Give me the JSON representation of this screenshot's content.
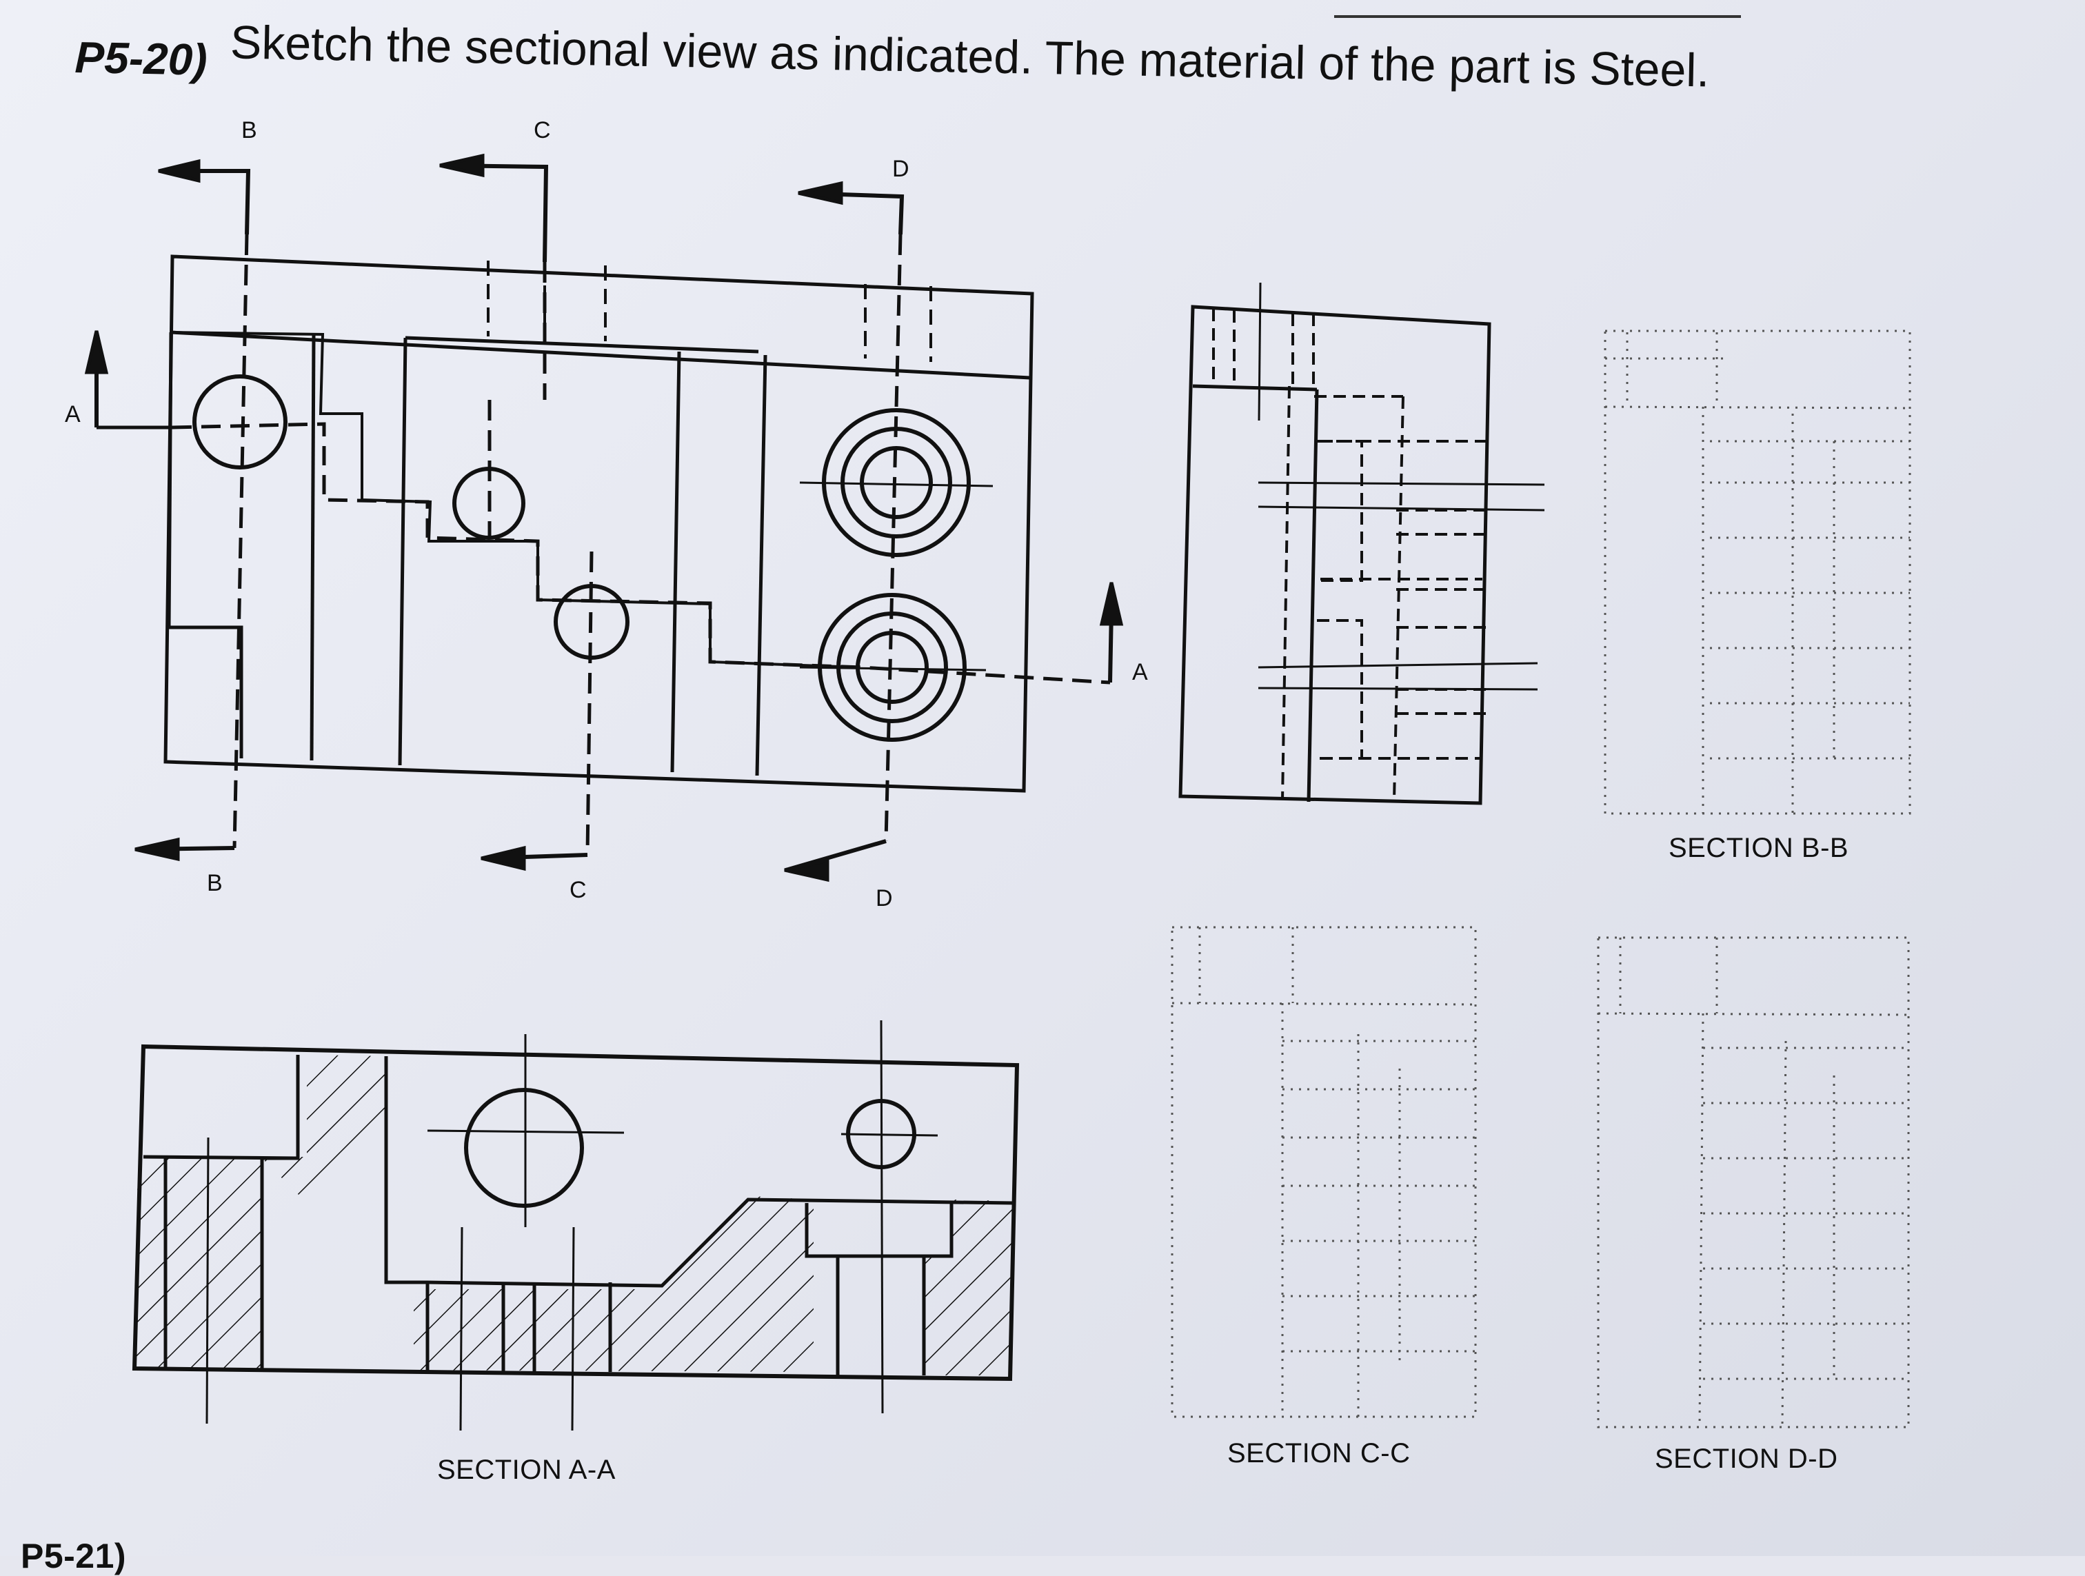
{
  "problem": {
    "number": "P5-20)",
    "text": "Sketch the sectional view as indicated. The material of the part is Steel."
  },
  "cutting_planes": {
    "a_left": "A",
    "a_right": "A",
    "b_top": "B",
    "b_bottom": "B",
    "c_top": "C",
    "c_bottom": "C",
    "d_top": "D",
    "d_bottom": "D"
  },
  "captions": {
    "section_aa": "SECTION A-A",
    "section_bb": "SECTION B-B",
    "section_cc": "SECTION C-C",
    "section_dd": "SECTION D-D"
  },
  "footer": {
    "next_problem_fragment": "P5-21)"
  },
  "colors": {
    "ink": "#111111",
    "paper": "#e8e9f1",
    "grid_dots": "#555555"
  }
}
